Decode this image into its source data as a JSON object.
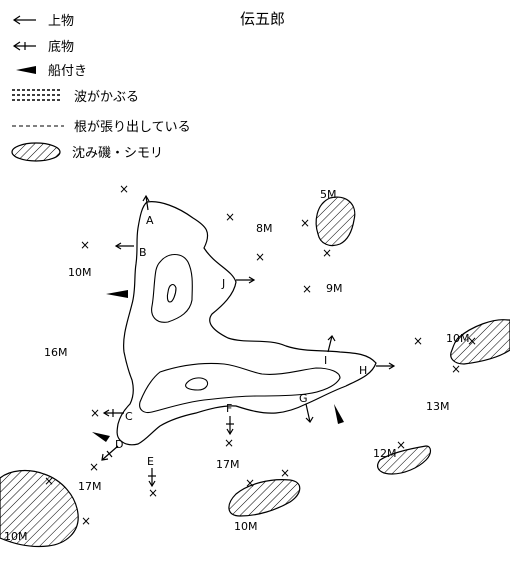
{
  "title": "伝五郎",
  "legend": [
    {
      "key": "upper",
      "label": "上物"
    },
    {
      "key": "bottom",
      "label": "底物"
    },
    {
      "key": "boat",
      "label": "船付き"
    },
    {
      "key": "waves",
      "label": "波がかぶる"
    },
    {
      "key": "reef",
      "label": "根が張り出している"
    },
    {
      "key": "rock",
      "label": "沈み磯・シモリ"
    }
  ],
  "points": [
    "A",
    "B",
    "C",
    "D",
    "E",
    "F",
    "G",
    "H",
    "I",
    "J"
  ],
  "depths": [
    "5M",
    "8M",
    "9M",
    "10M",
    "16M",
    "10M",
    "12M",
    "13M",
    "17M",
    "17M",
    "10M",
    "10M"
  ]
}
